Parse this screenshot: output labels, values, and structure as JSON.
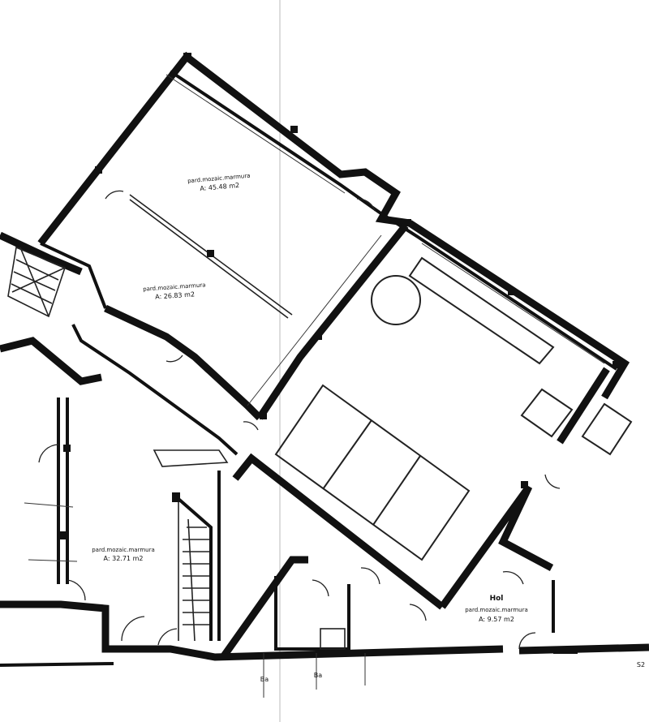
{
  "rooms": [
    {
      "id": "room-top",
      "finish": "pard.mozaic.marmura",
      "area": "A: 45.48 m2"
    },
    {
      "id": "room-mid",
      "finish": "pard.mozaic.marmura",
      "area": "A: 26.83 m2"
    },
    {
      "id": "room-hall",
      "finish": "pard.mozaic.marmura",
      "area": "A: 32.71 m2"
    },
    {
      "id": "room-hol",
      "name": "Hol",
      "finish": "pard.mozaic.marmura",
      "area": "A: 9.57 m2"
    }
  ],
  "edge_labels": {
    "bottom_a": "Ba",
    "bottom_b": "Ba",
    "right": "S2"
  }
}
